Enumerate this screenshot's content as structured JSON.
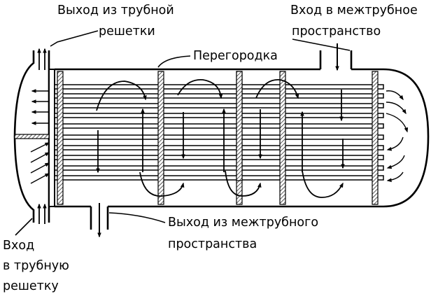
{
  "labels": {
    "tube_outlet": [
      "Выход из трубной",
      "решетки"
    ],
    "shell_inlet": [
      "Вход в межтрубное",
      "пространство"
    ],
    "baffle": "Перегородка",
    "shell_outlet": [
      "Выход из межтрубного",
      "пространства"
    ],
    "tube_inlet": [
      "Вход",
      "в трубную",
      "решетку"
    ]
  }
}
